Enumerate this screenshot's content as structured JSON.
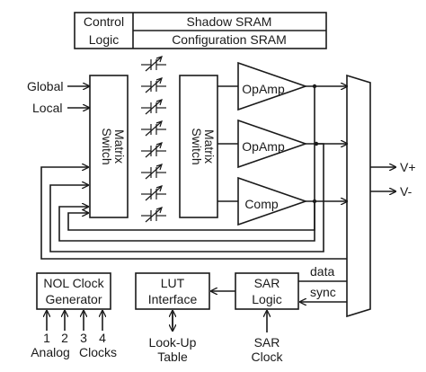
{
  "header": {
    "control_logic": [
      "Control",
      "Logic"
    ],
    "shadow_sram": "Shadow SRAM",
    "configuration_sram": "Configuration SRAM"
  },
  "inputs": {
    "global": "Global",
    "local": "Local"
  },
  "switch_matrix": [
    "Switch",
    "Matrix"
  ],
  "amplifiers": {
    "opamp": "OpAmp",
    "comp": "Comp"
  },
  "outputs": {
    "vplus": "V+",
    "vminus": "V-"
  },
  "nol_clock": {
    "title": [
      "NOL Clock",
      "Generator"
    ],
    "numbers": [
      "1",
      "2",
      "3",
      "4"
    ],
    "caption": [
      "Analog",
      "Clocks"
    ]
  },
  "lut": {
    "title": [
      "LUT",
      "Interface"
    ],
    "caption": [
      "Look-Up",
      "Table"
    ]
  },
  "sar": {
    "title": [
      "SAR",
      "Logic"
    ],
    "caption": [
      "SAR",
      "Clock"
    ],
    "data": "data",
    "sync": "sync"
  },
  "colors": {
    "ink": "#1a1a1a",
    "background": "#ffffff"
  }
}
